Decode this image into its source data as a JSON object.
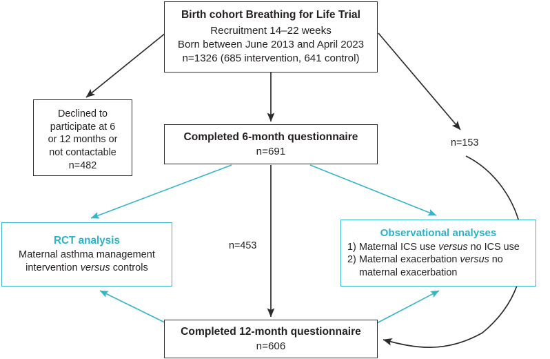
{
  "figure": {
    "type": "flowchart",
    "colors": {
      "black": "#2b2b2b",
      "teal": "#35b4c8",
      "teal_text": "#2bb1c7",
      "text": "#231f20"
    }
  },
  "nodes": {
    "cohort": {
      "title": "Birth cohort Breathing for Life Trial",
      "line1": "Recruitment 14–22 weeks",
      "line2": "Born between June 2013 and April 2023",
      "line3": "n=1326 (685 intervention, 641 control)"
    },
    "declined": {
      "line1": "Declined to",
      "line2": "participate at 6",
      "line3": "or 12 months or",
      "line4": "not contactable",
      "n": "n=482"
    },
    "q6": {
      "title": "Completed 6-month questionnaire",
      "n": "n=691"
    },
    "rct": {
      "title": "RCT analysis",
      "line1": "Maternal asthma management",
      "line2_pre": "intervention ",
      "line2_em": "versus",
      "line2_post": " controls"
    },
    "obs": {
      "title": "Observational analyses",
      "item1_num": "1)",
      "item1_pre": "Maternal ICS use ",
      "item1_em": "versus",
      "item1_post": " no ICS use",
      "item2_num": "2)",
      "item2_pre": "Maternal exacerbation ",
      "item2_em": "versus",
      "item2_post": " no",
      "item2_cont": "maternal exacerbation"
    },
    "q12": {
      "title": "Completed 12-month questionnaire",
      "n": "n=606"
    }
  },
  "edge_labels": {
    "n153": "n=153",
    "n453": "n=453"
  }
}
